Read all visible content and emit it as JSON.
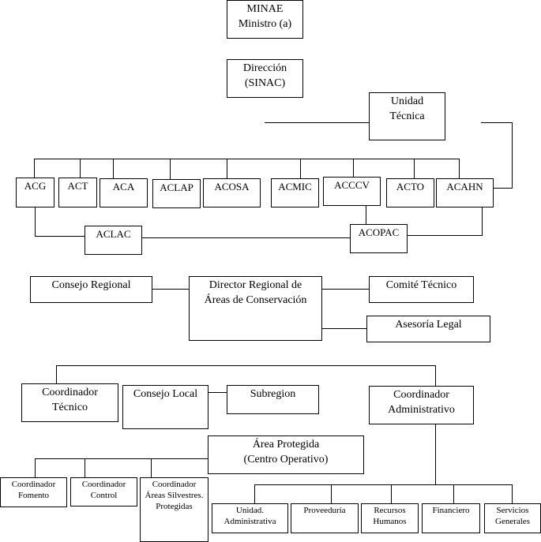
{
  "diagram": {
    "top": {
      "minae": "MINAE\nMinistro (a)",
      "direccion": "Dirección\n(SINAC)",
      "unidad_tecnica": "Unidad\nTécnica"
    },
    "areas_conservacion": [
      "ACG",
      "ACT",
      "ACA",
      "ACLAP",
      "ACOSA",
      "ACMIC",
      "ACCCV",
      "ACTO",
      "ACAHN"
    ],
    "areas_secundarias": [
      "ACLAC",
      "ACOPAC"
    ],
    "regional": {
      "consejo_regional": "Consejo Regional",
      "director_regional": "Director Regional de\nÁreas de Conservación",
      "comite_tecnico": "Comité Técnico",
      "asesoria_legal": "Asesoría Legal"
    },
    "coordinacion": {
      "coordinador_tecnico": "Coordinador\nTécnico",
      "consejo_local": "Consejo Local",
      "subregion": "Subregion",
      "coordinador_administrativo": "Coordinador\nAdministrativo",
      "area_protegida": "Área Protegida\n(Centro Operativo)"
    },
    "coordinadores": [
      "Coordinador\nFomento",
      "Coordinador\nControl",
      "Coordinador\nÁreas Silvestres.\nProtegidas"
    ],
    "administrativo": [
      "Unidad.\nAdministrativa",
      "Proveeduría",
      "Recursos\nHumanos",
      "Financiero",
      "Servicios\nGenerales"
    ]
  }
}
